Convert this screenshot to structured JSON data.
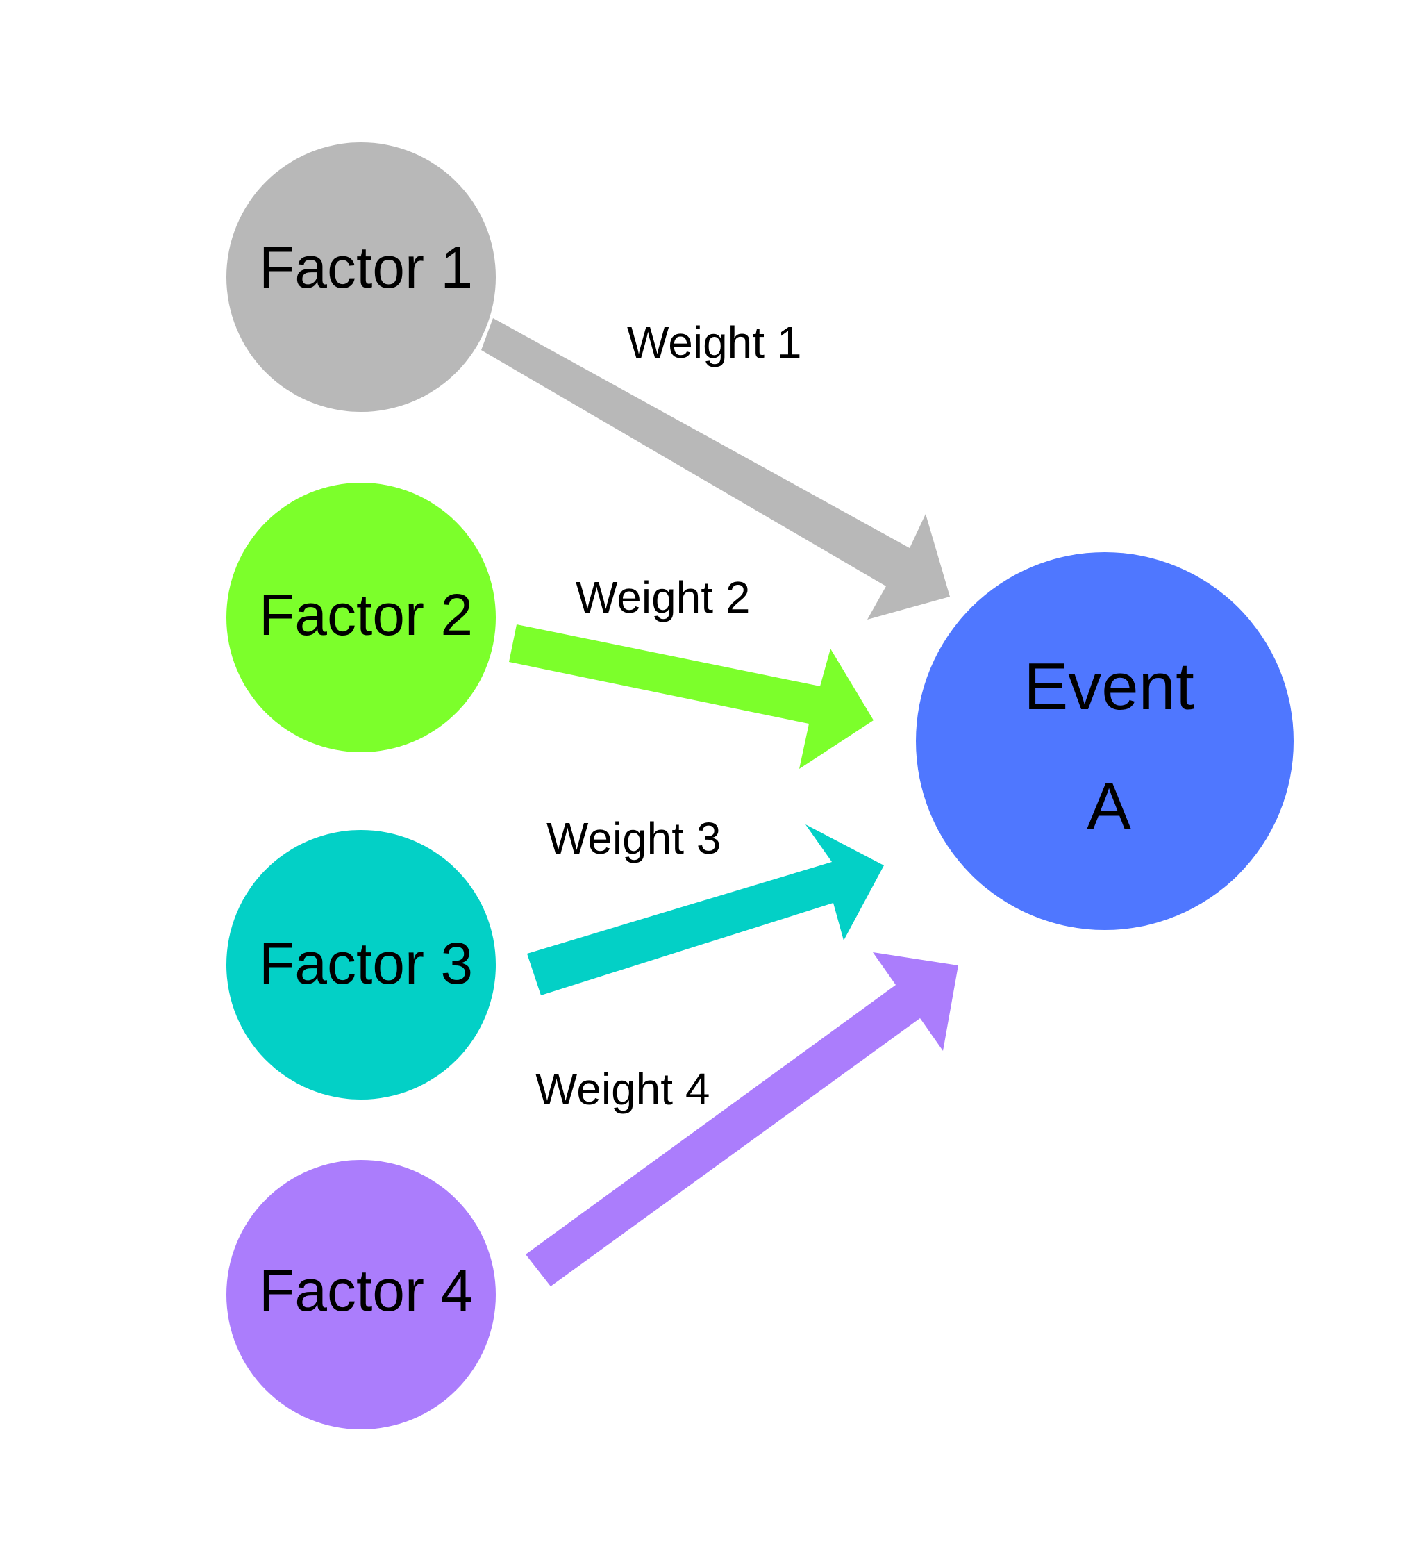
{
  "diagram": {
    "factors": [
      {
        "label": "Factor 1",
        "color": "#b8b8b8"
      },
      {
        "label": "Factor 2",
        "color": "#7cff2b"
      },
      {
        "label": "Factor 3",
        "color": "#03d0c6"
      },
      {
        "label": "Factor 4",
        "color": "#ab7dfc"
      }
    ],
    "event": {
      "line1": "Event",
      "line2": "A",
      "color": "#4f77ff"
    },
    "weights": [
      {
        "label": "Weight 1",
        "color": "#b8b8b8"
      },
      {
        "label": "Weight 2",
        "color": "#7cff2b"
      },
      {
        "label": "Weight 3",
        "color": "#03d0c6"
      },
      {
        "label": "Weight 4",
        "color": "#ab7dfc"
      }
    ]
  }
}
